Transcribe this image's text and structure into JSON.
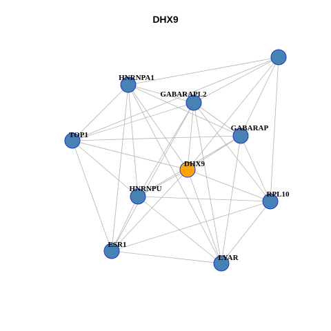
{
  "title": "DHX9",
  "colors": {
    "node_default": "#4682b4",
    "node_hub": "#ffa500",
    "node_stroke": "#1a33cc",
    "edge": "#b3b3b3"
  },
  "nodes": [
    {
      "id": "n0",
      "label": ""
    },
    {
      "id": "hnrnpa1",
      "label": "HNRNPA1"
    },
    {
      "id": "gabarapl2",
      "label": "GABARAPL2"
    },
    {
      "id": "gabarap",
      "label": "GABARAP"
    },
    {
      "id": "top1",
      "label": "TOP1"
    },
    {
      "id": "dhx9",
      "label": "DHX9",
      "hub": true
    },
    {
      "id": "hnrnpu",
      "label": "HNRNPU"
    },
    {
      "id": "rpl10",
      "label": "RPL10"
    },
    {
      "id": "esr1",
      "label": "ESR1"
    },
    {
      "id": "lyar",
      "label": "LYAR"
    }
  ],
  "edges": [
    [
      "hnrnpa1",
      "n0"
    ],
    [
      "gabarapl2",
      "n0"
    ],
    [
      "gabarap",
      "n0"
    ],
    [
      "dhx9",
      "n0"
    ],
    [
      "rpl10",
      "n0"
    ],
    [
      "top1",
      "n0"
    ],
    [
      "hnrnpa1",
      "gabarapl2"
    ],
    [
      "hnrnpa1",
      "top1"
    ],
    [
      "hnrnpa1",
      "dhx9"
    ],
    [
      "hnrnpa1",
      "gabarap"
    ],
    [
      "hnrnpa1",
      "hnrnpu"
    ],
    [
      "hnrnpa1",
      "esr1"
    ],
    [
      "hnrnpa1",
      "lyar"
    ],
    [
      "gabarapl2",
      "gabarap"
    ],
    [
      "gabarapl2",
      "top1"
    ],
    [
      "gabarapl2",
      "dhx9"
    ],
    [
      "gabarapl2",
      "hnrnpu"
    ],
    [
      "gabarapl2",
      "rpl10"
    ],
    [
      "gabarapl2",
      "lyar"
    ],
    [
      "gabarapl2",
      "esr1"
    ],
    [
      "gabarap",
      "top1"
    ],
    [
      "gabarap",
      "dhx9"
    ],
    [
      "gabarap",
      "rpl10"
    ],
    [
      "gabarap",
      "lyar"
    ],
    [
      "gabarap",
      "hnrnpu"
    ],
    [
      "top1",
      "dhx9"
    ],
    [
      "top1",
      "hnrnpu"
    ],
    [
      "top1",
      "esr1"
    ],
    [
      "dhx9",
      "rpl10"
    ],
    [
      "dhx9",
      "esr1"
    ],
    [
      "dhx9",
      "lyar"
    ],
    [
      "dhx9",
      "hnrnpu"
    ],
    [
      "hnrnpu",
      "rpl10"
    ],
    [
      "hnrnpu",
      "lyar"
    ],
    [
      "hnrnpu",
      "esr1"
    ],
    [
      "rpl10",
      "esr1"
    ],
    [
      "rpl10",
      "lyar"
    ],
    [
      "esr1",
      "lyar"
    ]
  ]
}
